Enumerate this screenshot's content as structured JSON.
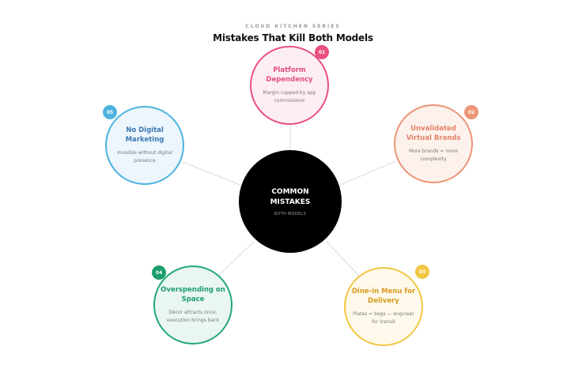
{
  "header": {
    "eyebrow": "CLOUD KITCHEN SERIES",
    "title": "Mistakes That Kill Both Models"
  },
  "center": {
    "title": "COMMON MISTAKES",
    "subtitle": "BOTH MODELS"
  },
  "nodes": [
    {
      "number": "01",
      "title": "Platform Dependency",
      "desc": "Margin capped by app commissions",
      "color": "#e9507e"
    },
    {
      "number": "02",
      "title": "Unvalidated Virtual Brands",
      "desc": "More brands = more complexity",
      "color": "#ec9577"
    },
    {
      "number": "03",
      "title": "Dine-in Menu for Delivery",
      "desc": "Plates = bags — engineer for transit",
      "color": "#f1c743"
    },
    {
      "number": "04",
      "title": "Overspending on Space",
      "desc": "Décor attracts once; execution brings back",
      "color": "#1c9e6c"
    },
    {
      "number": "05",
      "title": "No Digital Marketing",
      "desc": "Invisible without digital presence",
      "color": "#4eb3df"
    }
  ]
}
